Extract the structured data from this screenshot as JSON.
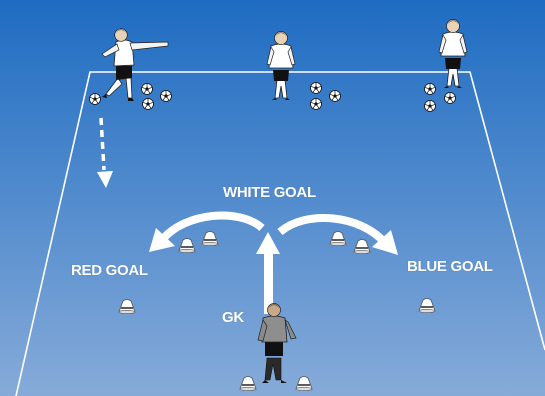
{
  "labels": {
    "white_goal": "WHITE GOAL",
    "red_goal": "RED GOAL",
    "blue_goal": "BLUE GOAL",
    "gk": "GK"
  },
  "colors": {
    "field_top": "#1e6cc2",
    "field_bottom": "#7fa6d7",
    "line": "#ffffff",
    "player_kit": "#ffffff",
    "player_shorts": "#1a1a1a",
    "goalkeeper_kit": "#888888",
    "cone": "#ffffff"
  },
  "figures": {
    "attacking_players": 3,
    "goalkeeper": 1,
    "goal_pairs": [
      "white",
      "red",
      "blue"
    ]
  }
}
